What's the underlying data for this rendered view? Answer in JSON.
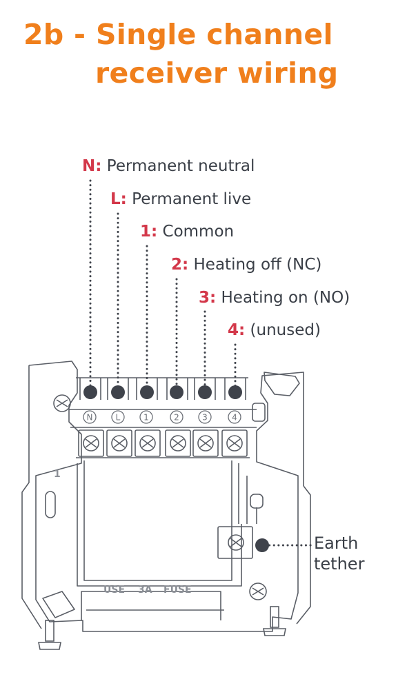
{
  "title": {
    "line1": "2b - Single channel",
    "line2": "receiver wiring"
  },
  "terminals": [
    {
      "key": "N:",
      "desc": "Permanent neutral",
      "mark": "N"
    },
    {
      "key": "L:",
      "desc": "Permanent live",
      "mark": "L"
    },
    {
      "key": "1:",
      "desc": "Common",
      "mark": "1"
    },
    {
      "key": "2:",
      "desc": "Heating off (NC)",
      "mark": "2"
    },
    {
      "key": "3:",
      "desc": "Heating on (NO)",
      "mark": "3"
    },
    {
      "key": "4:",
      "desc": "(unused)",
      "mark": "4"
    }
  ],
  "earth": {
    "line1": "Earth",
    "line2": "tether"
  },
  "silkscreen": {
    "use": "USE",
    "amp": "3A",
    "fuse": "FUSE",
    "side": "1"
  },
  "colors": {
    "title": "#f07f1c",
    "key": "#d3384a",
    "text": "#3a3f47",
    "line": "#5a5e66",
    "dot": "#3f434b"
  }
}
